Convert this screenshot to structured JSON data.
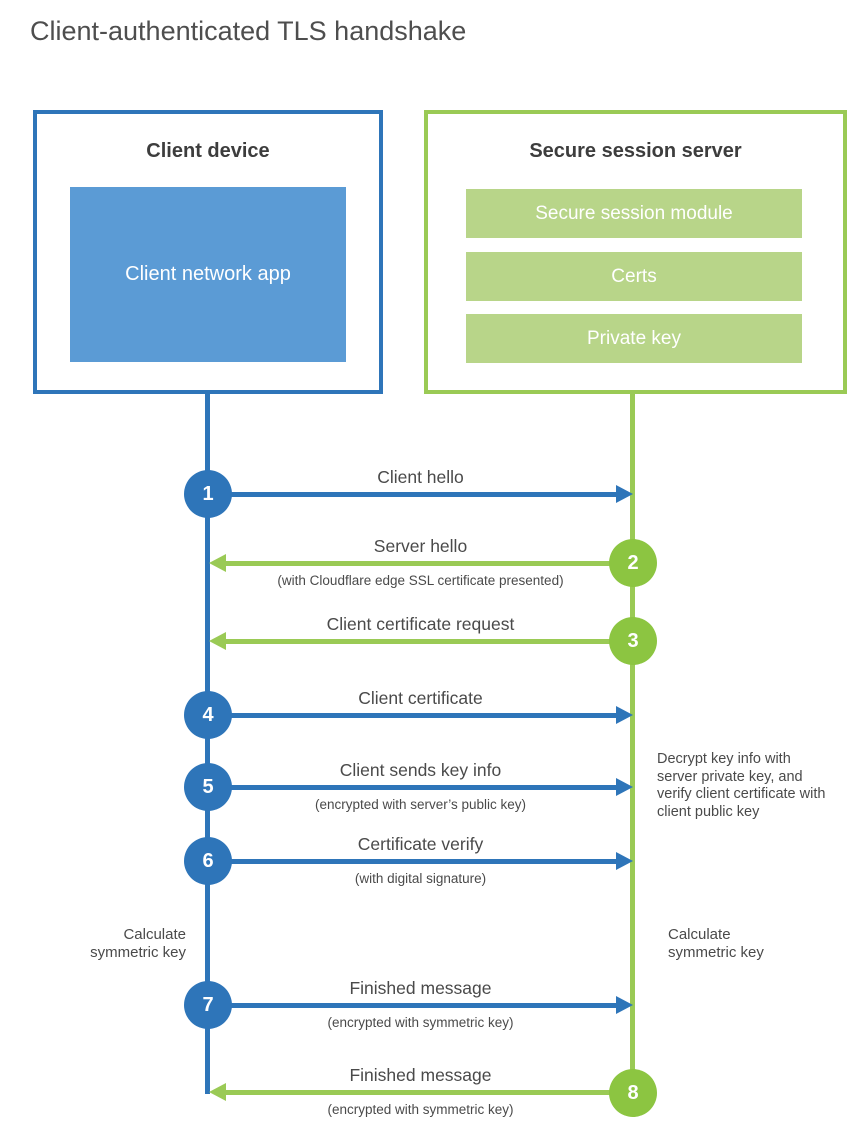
{
  "title": "Client-authenticated TLS handshake",
  "client": {
    "title": "Client device",
    "app_label": "Client network app"
  },
  "server": {
    "title": "Secure session server",
    "modules": [
      "Secure session module",
      "Certs",
      "Private key"
    ]
  },
  "steps": [
    {
      "num": "1",
      "actor": "client",
      "direction": "right",
      "label": "Client hello",
      "sublabel": ""
    },
    {
      "num": "2",
      "actor": "server",
      "direction": "left",
      "label": "Server hello",
      "sublabel": "(with Cloudflare edge SSL certificate presented)"
    },
    {
      "num": "3",
      "actor": "server",
      "direction": "left",
      "label": "Client certificate request",
      "sublabel": ""
    },
    {
      "num": "4",
      "actor": "client",
      "direction": "right",
      "label": "Client certificate",
      "sublabel": ""
    },
    {
      "num": "5",
      "actor": "client",
      "direction": "right",
      "label": "Client sends key info",
      "sublabel": "(encrypted with server’s public key)"
    },
    {
      "num": "6",
      "actor": "client",
      "direction": "right",
      "label": "Certificate verify",
      "sublabel": "(with digital signature)"
    },
    {
      "num": "7",
      "actor": "client",
      "direction": "right",
      "label": "Finished message",
      "sublabel": "(encrypted with symmetric key)"
    },
    {
      "num": "8",
      "actor": "server",
      "direction": "left",
      "label": "Finished message",
      "sublabel": "(encrypted with symmetric key)"
    }
  ],
  "notes": {
    "server_side": "Decrypt key info with server private key, and verify client certificate with client public key",
    "calc_left": "Calculate symmetric key",
    "calc_right": "Calculate symmetric key"
  },
  "colors": {
    "blue": "#2e75b9",
    "blue_fill": "#5b9bd5",
    "green_circle": "#8cc541",
    "green_line": "#9aca55",
    "green_fill": "#b8d589",
    "text": "#4a4a4a"
  }
}
